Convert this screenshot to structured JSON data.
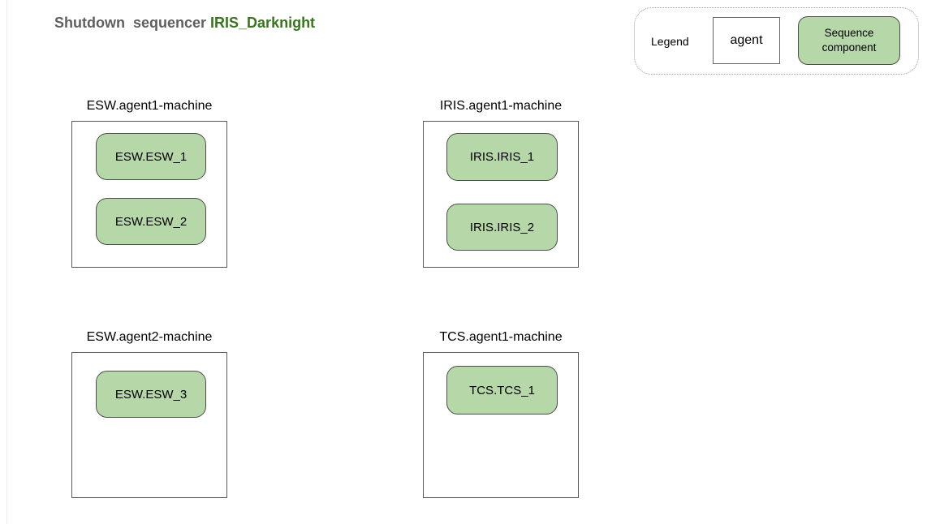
{
  "title": {
    "prefix": "Shutdown  sequencer ",
    "highlight": "IRIS_Darknight"
  },
  "legend": {
    "label": "Legend",
    "agent_swatch_label": "agent",
    "component_swatch_label": "Sequence component"
  },
  "machines": [
    {
      "label": "ESW.agent1-machine",
      "components": [
        "ESW.ESW_1",
        "ESW.ESW_2"
      ]
    },
    {
      "label": "IRIS.agent1-machine",
      "components": [
        "IRIS.IRIS_1",
        "IRIS.IRIS_2"
      ]
    },
    {
      "label": "ESW.agent2-machine",
      "components": [
        "ESW.ESW_3"
      ]
    },
    {
      "label": "TCS.agent1-machine",
      "components": [
        "TCS.TCS_1"
      ]
    }
  ],
  "colors": {
    "title_prefix": "#5f5f5f",
    "title_highlight": "#38761d",
    "component_fill": "#b6d7a8",
    "component_border": "#4d4d4d",
    "box_border": "#595959",
    "legend_border": "#9e9e9e"
  }
}
